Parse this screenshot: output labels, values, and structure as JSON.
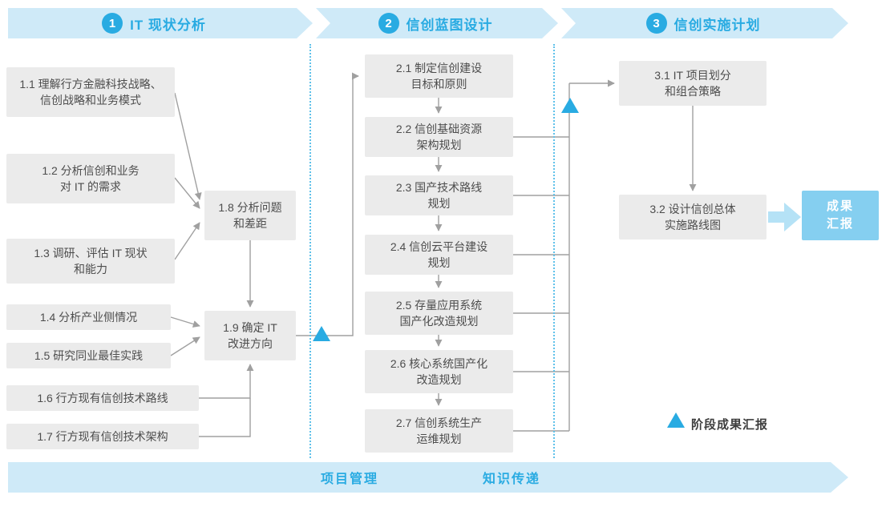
{
  "phases": [
    {
      "number": "1",
      "title": "IT 现状分析"
    },
    {
      "number": "2",
      "title": "信创蓝图设计"
    },
    {
      "number": "3",
      "title": "信创实施计划"
    }
  ],
  "phase1": {
    "boxes": {
      "b11": "1.1 理解行方金融科技战略、\n信创战略和业务模式",
      "b12": "1.2 分析信创和业务\n对 IT 的需求",
      "b13": "1.3 调研、评估 IT 现状\n和能力",
      "b14": "1.4 分析产业侧情况",
      "b15": "1.5 研究同业最佳实践",
      "b16": "1.6 行方现有信创技术路线",
      "b17": "1.7 行方现有信创技术架构",
      "b18": "1.8 分析问题\n和差距",
      "b19": "1.9 确定 IT\n改进方向"
    }
  },
  "phase2": {
    "boxes": {
      "b21": "2.1 制定信创建设\n目标和原则",
      "b22": "2.2 信创基础资源\n架构规划",
      "b23": "2.3 国产技术路线\n规划",
      "b24": "2.4 信创云平台建设\n规划",
      "b25": "2.5 存量应用系统\n国产化改造规划",
      "b26": "2.6 核心系统国产化\n改造规划",
      "b27": "2.7 信创系统生产\n运维规划"
    }
  },
  "phase3": {
    "boxes": {
      "b31": "3.1 IT 项目划分\n和组合策略",
      "b32": "3.2 设计信创总体\n实施路线图"
    },
    "result": "成果\n汇报"
  },
  "footer": {
    "labels": [
      "项目管理",
      "知识传递"
    ]
  },
  "legend": {
    "label": "阶段成果汇报"
  },
  "colors": {
    "accent": "#29abe2",
    "banner": "#cfeaf8",
    "box_bg": "#ebebeb",
    "box_text": "#4d4d4d",
    "connector": "#a0a0a0",
    "divider": "#5fc1ea",
    "result_bg": "#85cff0",
    "result_arrow": "#b5e2f6"
  }
}
